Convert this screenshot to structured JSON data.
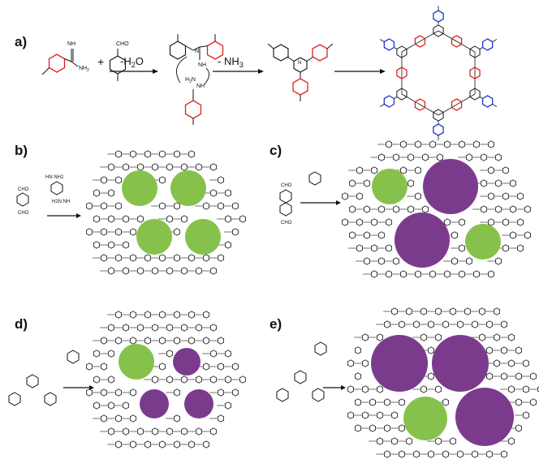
{
  "panels": [
    {
      "label": "a)",
      "condition_1": "-H",
      "condition_1_sub": "2",
      "condition_1_tail": "O",
      "condition_2": "- NH",
      "condition_2_sub": "3",
      "plus": "+"
    },
    {
      "label": "b)",
      "pores": [
        "green",
        "green",
        "green",
        "green"
      ]
    },
    {
      "label": "c)",
      "pores": [
        "green",
        "purple",
        "purple",
        "green"
      ]
    },
    {
      "label": "d)",
      "pores": [
        "green",
        "purple",
        "purple",
        "purple"
      ]
    },
    {
      "label": "e)",
      "pores": [
        "purple",
        "purple",
        "green",
        "purple"
      ]
    }
  ],
  "reagents": {
    "amidine": {
      "top": "NH",
      "bottom": "NH",
      "bottom_sub": "2"
    },
    "aldehyde": "CHO",
    "amine_labels": [
      "HN",
      "NH",
      "H",
      "N"
    ]
  },
  "colors": {
    "green": "#86c24b",
    "purple": "#7b3b8c",
    "red": "#e02020",
    "blue": "#2434c8",
    "ink": "#111111"
  }
}
